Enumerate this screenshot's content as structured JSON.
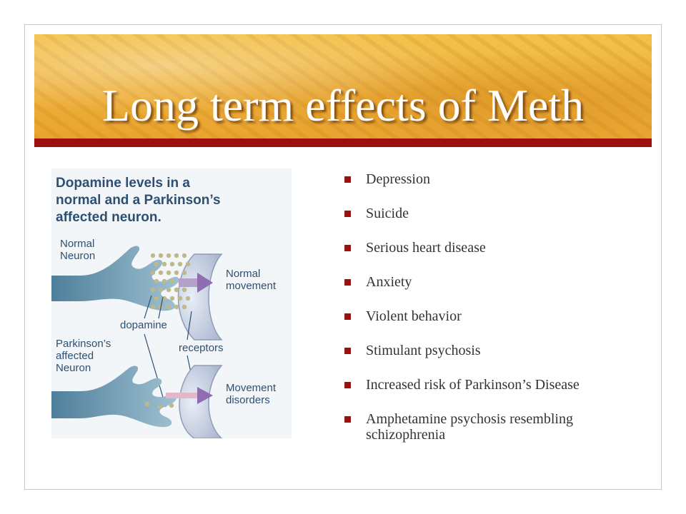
{
  "slide": {
    "title": "Long term effects of Meth",
    "accent_color": "#9b1010",
    "band_color": "#efb53d"
  },
  "figure": {
    "heading_line1": "Dopamine levels in a",
    "heading_line2": "normal and a Parkinson’s",
    "heading_line3": "affected neuron.",
    "normal_neuron_line1": "Normal",
    "normal_neuron_line2": "Neuron",
    "normal_movement_line1": "Normal",
    "normal_movement_line2": "movement",
    "dopamine_label": "dopamine",
    "parkinsons_line1": "Parkinson’s",
    "parkinsons_line2": "affected",
    "parkinsons_line3": "Neuron",
    "receptors_label": "receptors",
    "movement_disorders_line1": "Movement",
    "movement_disorders_line2": "disorders"
  },
  "bullets": [
    "Depression",
    "Suicide",
    "Serious heart disease",
    "Anxiety",
    "Violent behavior",
    "Stimulant psychosis",
    "Increased risk of Parkinson’s Disease",
    "Amphetamine psychosis resembling schizophrenia"
  ]
}
